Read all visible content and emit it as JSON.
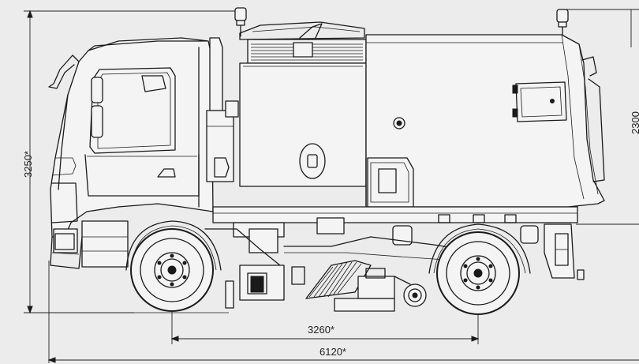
{
  "dimensions": {
    "height": "3250*",
    "wheelbase": "3260*",
    "overall_length": "6120*",
    "right_height_partial": "2300"
  }
}
